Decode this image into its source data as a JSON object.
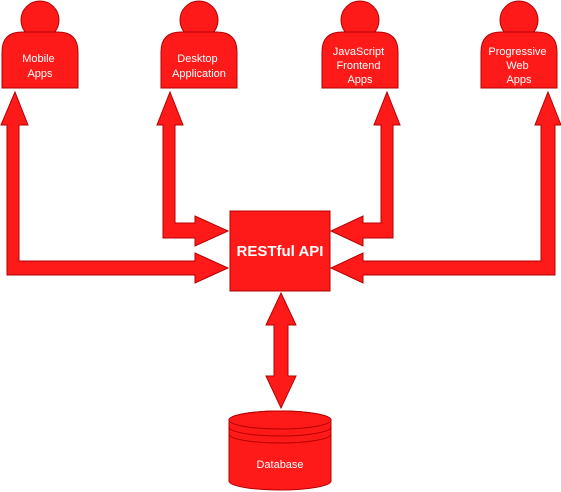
{
  "colors": {
    "fill": "#ff1a1a",
    "stroke": "#b30000",
    "text": "#ffffff"
  },
  "clients": [
    {
      "icon": "user-icon",
      "lines": [
        "Mobile",
        "Apps"
      ]
    },
    {
      "icon": "user-icon",
      "lines": [
        "Desktop",
        "Application"
      ]
    },
    {
      "icon": "user-icon",
      "lines": [
        "JavaScript",
        "Frontend",
        "Apps"
      ]
    },
    {
      "icon": "user-icon",
      "lines": [
        "Progressive",
        "Web",
        "Apps"
      ]
    }
  ],
  "api": {
    "label": "RESTful API"
  },
  "database": {
    "icon": "database-icon",
    "label": "Database"
  }
}
